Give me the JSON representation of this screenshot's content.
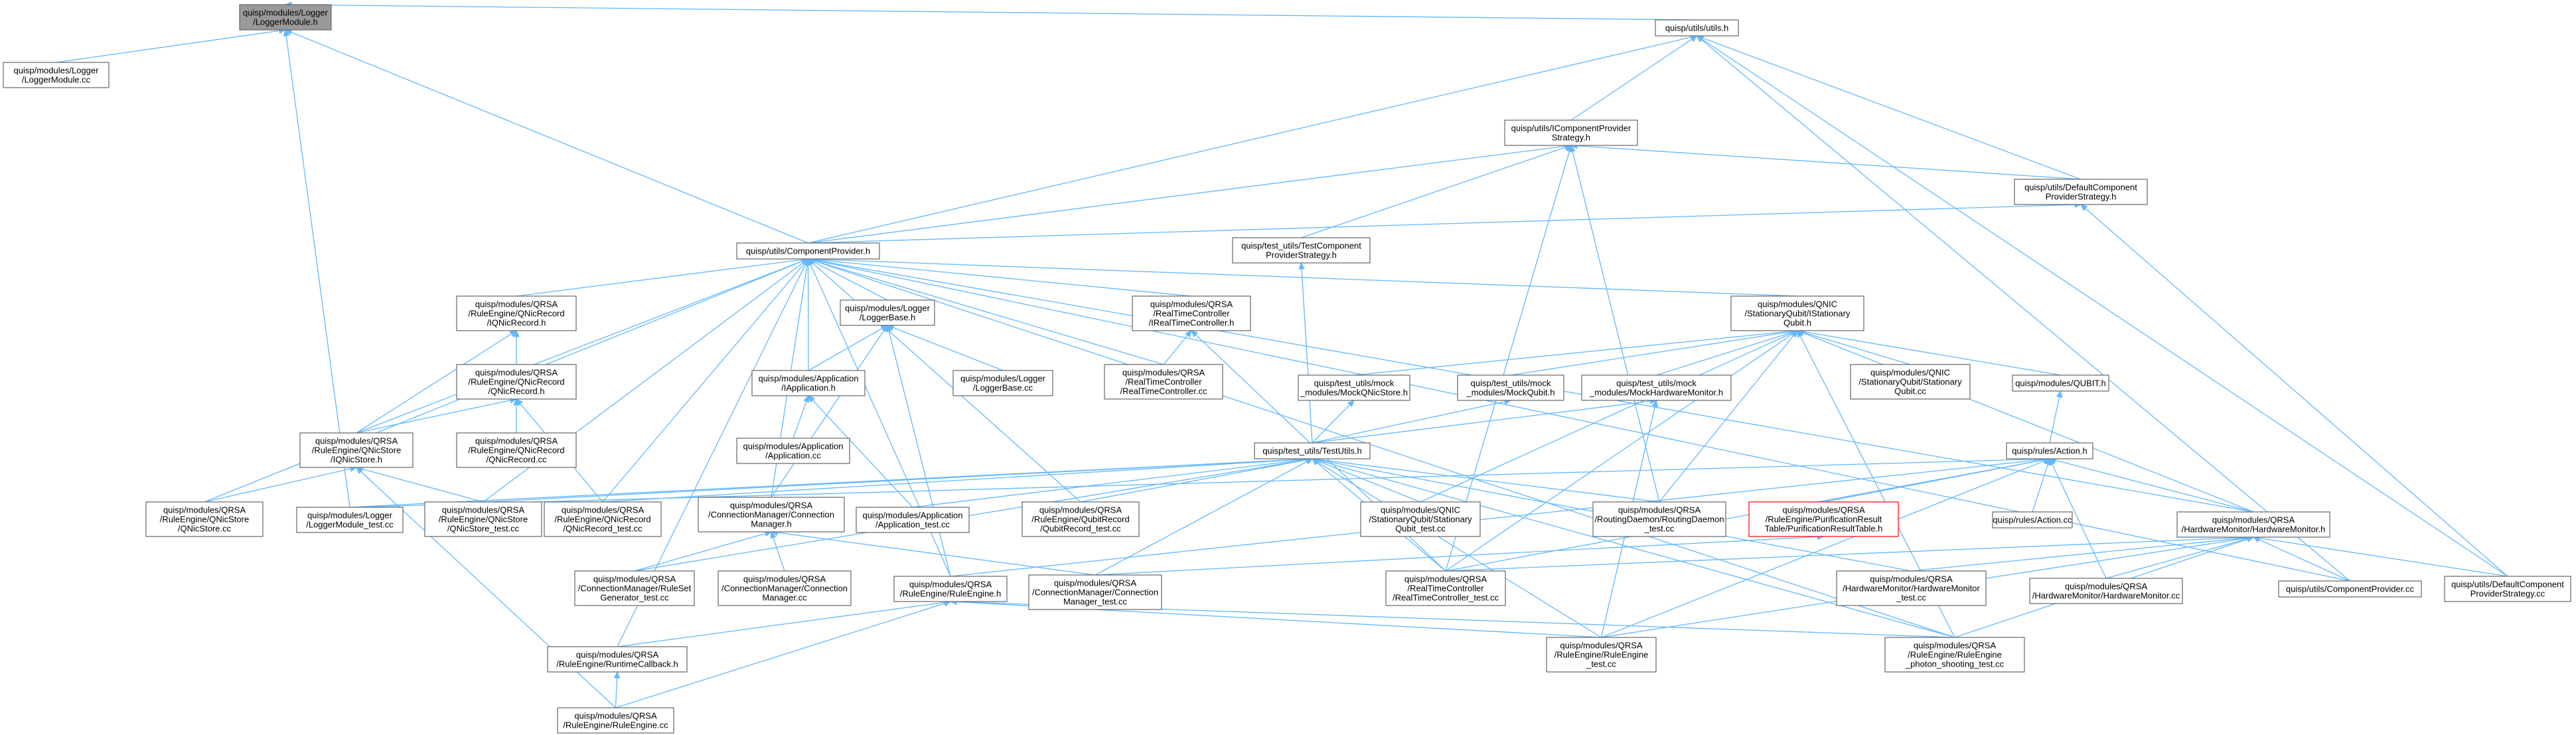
{
  "colors": {
    "edge": "#63b8ff",
    "border": "#666666",
    "root_fill": "#999999",
    "highlight_border": "#ff0000"
  },
  "nodes": {
    "logger_module_h": [
      "quisp/modules/Logger",
      "/LoggerModule.h"
    ],
    "logger_module_cc": [
      "quisp/modules/Logger",
      "/LoggerModule.cc"
    ],
    "utils_h": [
      "quisp/utils/utils.h"
    ],
    "icomponent_provider_strategy_h": [
      "quisp/utils/IComponentProvider",
      "Strategy.h"
    ],
    "default_component_provider_strategy_h": [
      "quisp/utils/DefaultComponent",
      "ProviderStrategy.h"
    ],
    "test_component_provider_strategy_h": [
      "quisp/test_utils/TestComponent",
      "ProviderStrategy.h"
    ],
    "component_provider_h": [
      "quisp/utils/ComponentProvider.h"
    ],
    "qnic_record_h_interface": [
      "quisp/modules/QRSA",
      "/RuleEngine/QNicRecord",
      "/IQNicRecord.h"
    ],
    "logger_base_h": [
      "quisp/modules/Logger",
      "/LoggerBase.h"
    ],
    "real_time_controller_h_interface": [
      "quisp/modules/QRSA",
      "/RealTimeController",
      "/IRealTimeController.h"
    ],
    "stationary_qubit_h_interface": [
      "quisp/modules/QNIC",
      "/StationaryQubit/IStationary",
      "Qubit.h"
    ],
    "qnic_record_h": [
      "quisp/modules/QRSA",
      "/RuleEngine/QNicRecord",
      "/QNicRecord.h"
    ],
    "application_h_interface": [
      "quisp/modules/Application",
      "/IApplication.h"
    ],
    "logger_base_cc": [
      "quisp/modules/Logger",
      "/LoggerBase.cc"
    ],
    "real_time_controller_cc": [
      "quisp/modules/QRSA",
      "/RealTimeController",
      "/RealTimeController.cc"
    ],
    "mock_qnic_store_h": [
      "quisp/test_utils/mock",
      "_modules/MockQNicStore.h"
    ],
    "mock_qubit_h": [
      "quisp/test_utils/mock",
      "_modules/MockQubit.h"
    ],
    "mock_hardware_monitor_h": [
      "quisp/test_utils/mock",
      "_modules/MockHardwareMonitor.h"
    ],
    "stationary_qubit_cc": [
      "quisp/modules/QNIC",
      "/StationaryQubit/Stationary",
      "Qubit.cc"
    ],
    "qubit_h": [
      "quisp/modules/QUBIT.h"
    ],
    "qnic_store_h_interface": [
      "quisp/modules/QRSA",
      "/RuleEngine/QNicStore",
      "/IQNicStore.h"
    ],
    "qnic_record_cc": [
      "quisp/modules/QRSA",
      "/RuleEngine/QNicRecord",
      "/QNicRecord.cc"
    ],
    "application_cc": [
      "quisp/modules/Application",
      "/Application.cc"
    ],
    "test_utils_h": [
      "quisp/test_utils/TestUtils.h"
    ],
    "action_h": [
      "quisp/rules/Action.h"
    ],
    "qnic_store_cc": [
      "quisp/modules/QRSA",
      "/RuleEngine/QNicStore",
      "/QNicStore.cc"
    ],
    "logger_module_test_cc": [
      "quisp/modules/Logger",
      "/LoggerModule_test.cc"
    ],
    "qnic_store_test_cc": [
      "quisp/modules/QRSA",
      "/RuleEngine/QNicStore",
      "/QNicStore_test.cc"
    ],
    "qnic_record_test_cc": [
      "quisp/modules/QRSA",
      "/RuleEngine/QNicRecord",
      "/QNicRecord_test.cc"
    ],
    "connection_manager_h": [
      "quisp/modules/QRSA",
      "/ConnectionManager/Connection",
      "Manager.h"
    ],
    "application_test_cc": [
      "quisp/modules/Application",
      "/Application_test.cc"
    ],
    "qubit_record_test_cc": [
      "quisp/modules/QRSA",
      "/RuleEngine/QubitRecord",
      "/QubitRecord_test.cc"
    ],
    "stationary_qubit_test_cc": [
      "quisp/modules/QNIC",
      "/StationaryQubit/Stationary",
      "Qubit_test.cc"
    ],
    "routing_daemon_test_cc": [
      "quisp/modules/QRSA",
      "/RoutingDaemon/RoutingDaemon",
      "_test.cc"
    ],
    "purification_result_table_h": [
      "quisp/modules/QRSA",
      "/RuleEngine/PurificationResult",
      "Table/PurificationResultTable.h"
    ],
    "action_cc": [
      "quisp/rules/Action.cc"
    ],
    "hardware_monitor_h": [
      "quisp/modules/QRSA",
      "/HardwareMonitor/HardwareMonitor.h"
    ],
    "ruleset_generator_test_cc": [
      "quisp/modules/QRSA",
      "/ConnectionManager/RuleSet",
      "Generator_test.cc"
    ],
    "connection_manager_cc": [
      "quisp/modules/QRSA",
      "/ConnectionManager/Connection",
      "Manager.cc"
    ],
    "connection_manager_test_cc": [
      "quisp/modules/QRSA",
      "/ConnectionManager/Connection",
      "Manager_test.cc"
    ],
    "rule_engine_h": [
      "quisp/modules/QRSA",
      "/RuleEngine/RuleEngine.h"
    ],
    "real_time_controller_test_cc": [
      "quisp/modules/QRSA",
      "/RealTimeController",
      "/RealTimeController_test.cc"
    ],
    "hardware_monitor_test_cc": [
      "quisp/modules/QRSA",
      "/HardwareMonitor/HardwareMonitor",
      "_test.cc"
    ],
    "hardware_monitor_cc": [
      "quisp/modules/QRSA",
      "/HardwareMonitor/HardwareMonitor.cc"
    ],
    "component_provider_cc": [
      "quisp/utils/ComponentProvider.cc"
    ],
    "default_component_provider_strategy_cc": [
      "quisp/utils/DefaultComponent",
      "ProviderStrategy.cc"
    ],
    "runtime_callback_h": [
      "quisp/modules/QRSA",
      "/RuleEngine/RuntimeCallback.h"
    ],
    "rule_engine_test_cc": [
      "quisp/modules/QRSA",
      "/RuleEngine/RuleEngine",
      "_test.cc"
    ],
    "rule_engine_photon_shooting_test_cc": [
      "quisp/modules/QRSA",
      "/RuleEngine/RuleEngine",
      "_photon_shooting_test.cc"
    ],
    "rule_engine_cc": [
      "quisp/modules/QRSA",
      "/RuleEngine/RuleEngine.cc"
    ]
  }
}
